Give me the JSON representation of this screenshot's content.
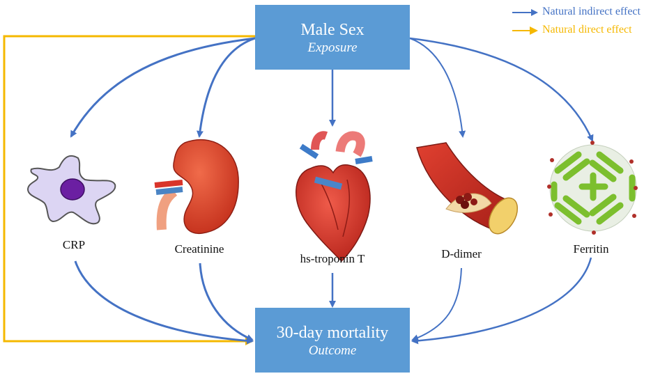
{
  "exposure": {
    "title": "Male Sex",
    "subtitle": "Exposure"
  },
  "outcome": {
    "title": "30-day mortality",
    "subtitle": "Outcome"
  },
  "mediators": {
    "crp": "CRP",
    "creatinine": "Creatinine",
    "troponin": "hs-troponin T",
    "ddimer": "D-dimer",
    "ferritin": "Ferritin"
  },
  "legend": {
    "indirect": {
      "label": "Natural indirect effect",
      "color": "#4472c4"
    },
    "direct": {
      "label": "Natural direct effect",
      "color": "#f5b800"
    }
  },
  "colors": {
    "box": "#5b9bd5",
    "arrow_blue": "#4472c4",
    "arrow_gold": "#f5b800"
  }
}
